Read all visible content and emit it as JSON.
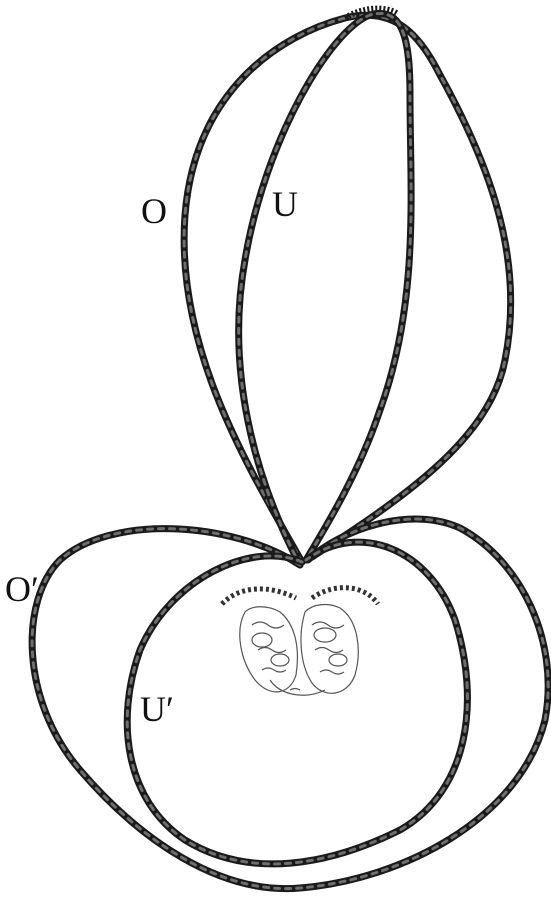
{
  "labels": {
    "loop_o": "O",
    "loop_u": "U",
    "loop_o_prime": "O′",
    "loop_u_prime": "U′"
  },
  "colors": {
    "dna_strand": "#1a1a1a",
    "dna_highlight": "#6e6e6e",
    "protein_outline": "#555555",
    "background": "#ffffff"
  }
}
